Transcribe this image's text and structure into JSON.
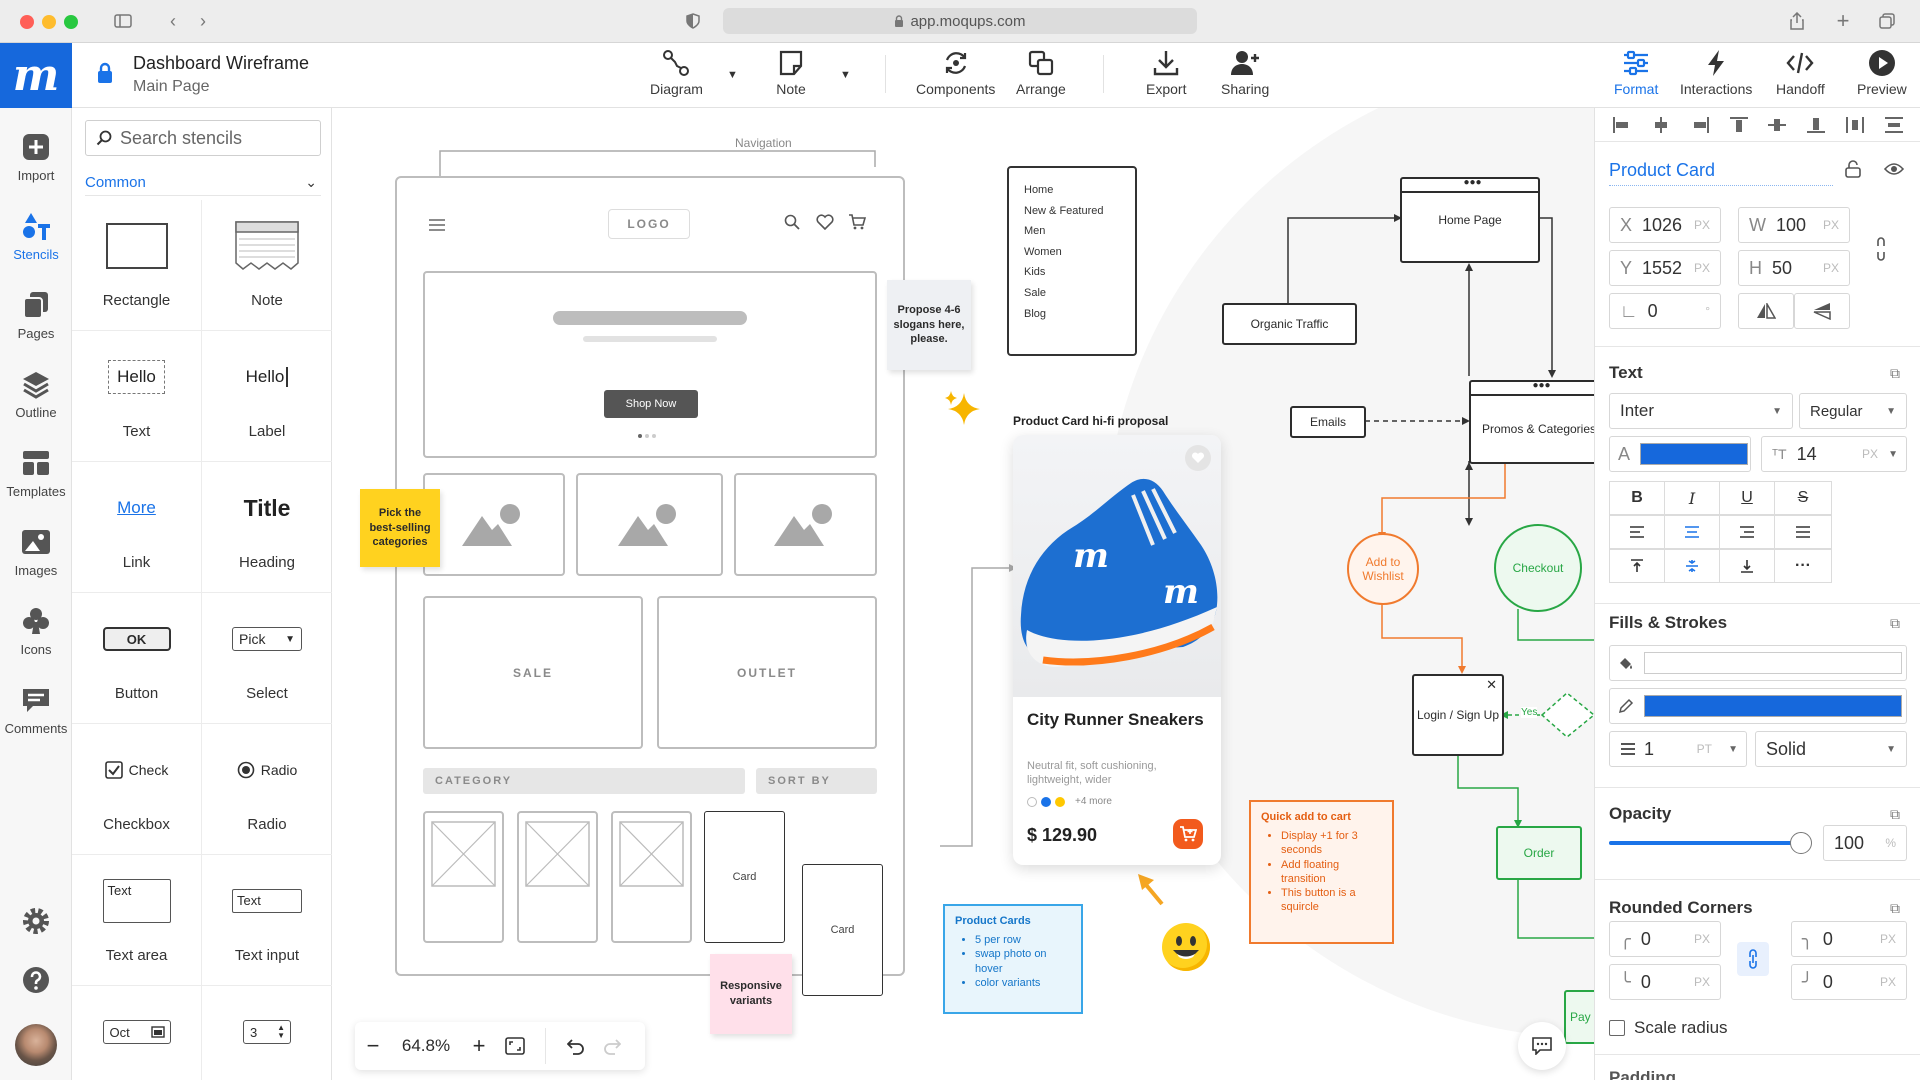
{
  "browser": {
    "url": "app.moqups.com"
  },
  "app": {
    "logo": "m",
    "doc_title": "Dashboard Wireframe",
    "page_name": "Main Page",
    "accent": "#1a73e8"
  },
  "toolbar": {
    "diagram": "Diagram",
    "note": "Note",
    "components": "Components",
    "arrange": "Arrange",
    "export": "Export",
    "sharing": "Sharing",
    "format": "Format",
    "interactions": "Interactions",
    "handoff": "Handoff",
    "preview": "Preview"
  },
  "leftnav": [
    "Import",
    "Stencils",
    "Pages",
    "Outline",
    "Templates",
    "Images",
    "Icons",
    "Comments"
  ],
  "stencils": {
    "search_placeholder": "Search stencils",
    "category": "Common",
    "items": {
      "rectangle": "Rectangle",
      "note": "Note",
      "text": "Text",
      "text_preview": "Hello",
      "label": "Label",
      "label_preview": "Hello",
      "link": "Link",
      "link_preview": "More",
      "heading": "Heading",
      "heading_preview": "Title",
      "button": "Button",
      "button_preview": "OK",
      "select": "Select",
      "select_preview": "Pick",
      "checkbox": "Checkbox",
      "checkbox_preview": "Check",
      "radio": "Radio",
      "radio_preview": "Radio",
      "textarea": "Text area",
      "textarea_preview": "Text",
      "textinput": "Text input",
      "textinput_preview": "Text",
      "date_preview": "Oct",
      "stepper_preview": "3"
    }
  },
  "canvas": {
    "nav_label": "Navigation",
    "wf_logo": "LOGO",
    "shop_now": "Shop Now",
    "sale": "SALE",
    "outlet": "OUTLET",
    "category": "CATEGORY",
    "sort_by": "SORT BY",
    "card": "Card",
    "sticky_slogans": "Propose 4-6 slogans here, please.",
    "sticky_categories": "Pick the best-selling categories",
    "sticky_variants": "Responsive variants",
    "menu_items": [
      "Home",
      "New & Featured",
      "Men",
      "Women",
      "Kids",
      "Sale",
      "Blog"
    ],
    "product_card_title": "Product Card hi-fi proposal",
    "product_name": "City Runner Sneakers",
    "product_desc": "Neutral fit, soft cushioning, lightweight, wider",
    "more_colors": "+4 more",
    "price": "$ 129.90",
    "note_product_cards": {
      "title": "Product Cards",
      "items": [
        "5 per row",
        "swap photo on hover",
        "color variants"
      ]
    },
    "note_quick_add": {
      "title": "Quick add to cart",
      "items": [
        "Display +1 for 3 seconds",
        "Add floating transition",
        "This button is a squircle"
      ]
    },
    "flow": {
      "home_page": "Home Page",
      "organic_traffic": "Organic Traffic",
      "emails": "Emails",
      "promos": "Promos & Categories",
      "add_wishlist": "Add to Wishlist",
      "checkout": "Checkout",
      "login": "Login / Sign Up",
      "yes": "Yes",
      "order": "Order",
      "pay": "Pay"
    },
    "zoom": "64.8%"
  },
  "format_panel": {
    "component_name": "Product Card",
    "x": "1026",
    "y": "1552",
    "w": "100",
    "h": "50",
    "angle": "0",
    "px": "PX",
    "deg": "°",
    "text_section": "Text",
    "font": "Inter",
    "weight": "Regular",
    "font_size": "14",
    "text_color": "#1668dc",
    "fills_section": "Fills & Strokes",
    "stroke_color": "#1668dc",
    "stroke_width": "1",
    "stroke_unit": "PT",
    "stroke_style": "Solid",
    "opacity_section": "Opacity",
    "opacity": "100",
    "opacity_level": 1.0,
    "pct": "%",
    "corners_section": "Rounded Corners",
    "corner_tl": "0",
    "corner_tr": "0",
    "corner_bl": "0",
    "corner_br": "0",
    "scale_radius": "Scale radius",
    "padding_section": "Padding"
  }
}
